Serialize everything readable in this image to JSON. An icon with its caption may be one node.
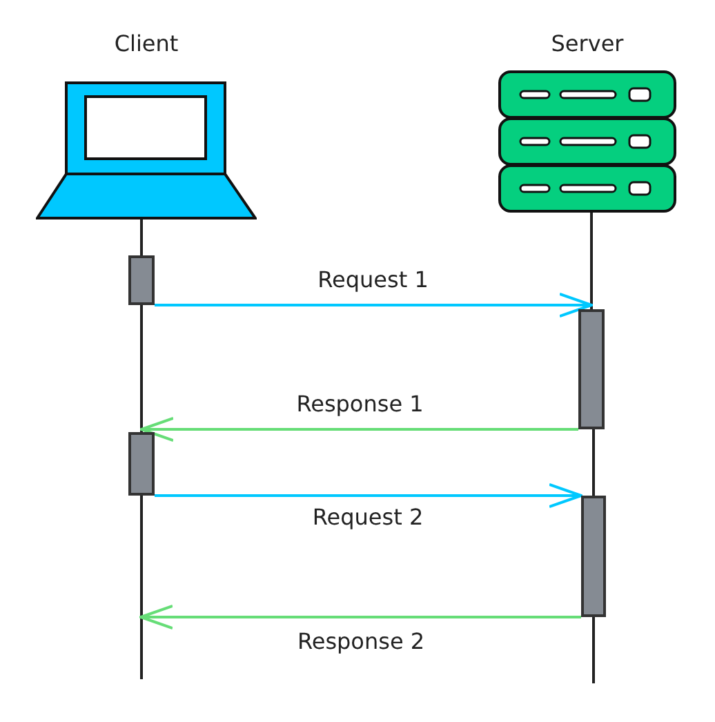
{
  "diagram": {
    "nodes": [
      {
        "text": [
          "Client"
        ]
      },
      {
        "text": [
          "Server"
        ]
      },
      {
        "text": [],
        "shape": "bar"
      },
      {
        "text": [],
        "shape": "bar"
      },
      {
        "text": [],
        "shape": "bar"
      },
      {
        "text": [],
        "shape": "bar"
      }
    ],
    "edges": [
      {
        "from": 0,
        "to": 2,
        "arrow": "none"
      },
      {
        "from": 2,
        "to": 4,
        "arrow": "none"
      },
      {
        "from": 1,
        "to": 3,
        "arrow": "none"
      },
      {
        "from": 3,
        "to": 5,
        "arrow": "none"
      },
      {
        "from": 2,
        "to": 3,
        "arrow": "to",
        "label": "Request 1",
        "color": "#00c8ff"
      },
      {
        "from": 3,
        "to": 4,
        "arrow": "to",
        "label": "Response 1",
        "color": "#66dd77"
      },
      {
        "from": 4,
        "to": 5,
        "arrow": "to",
        "label": "Request 2",
        "color": "#00c8ff"
      },
      {
        "from": 5,
        "to": null,
        "arrow": "to",
        "label": "Response 2",
        "color": "#66dd77"
      }
    ]
  }
}
